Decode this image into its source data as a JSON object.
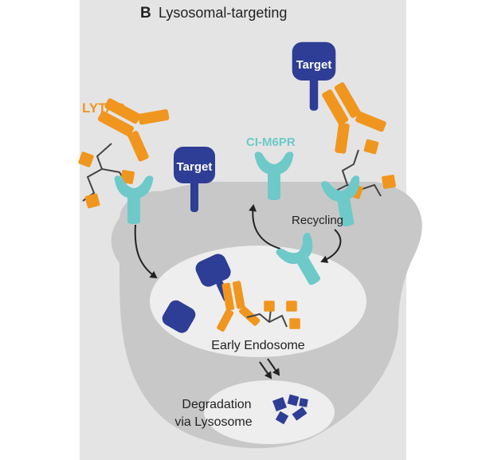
{
  "panel": {
    "letter": "B",
    "title": "Lysosomal-targeting"
  },
  "labels": {
    "lytac": "LYTAC",
    "target_left": "Target",
    "target_right": "Target",
    "receptor": "CI-M6PR",
    "recycling": "Recycling",
    "early_endosome": "Early Endosome",
    "degradation_line1": "Degradation",
    "degradation_line2": "via Lysosome"
  },
  "colors": {
    "background_panel": "#e4e4e4",
    "cell": "#c8c8c8",
    "endosome": "#eeeeee",
    "antibody": "#f0961e",
    "m6p_box": "#f0961e",
    "target": "#2e3d95",
    "receptor": "#6ec9c9",
    "lytac_label": "#f0961e",
    "receptor_label": "#6ec9c9",
    "text": "#222222",
    "arrow": "#222222"
  }
}
